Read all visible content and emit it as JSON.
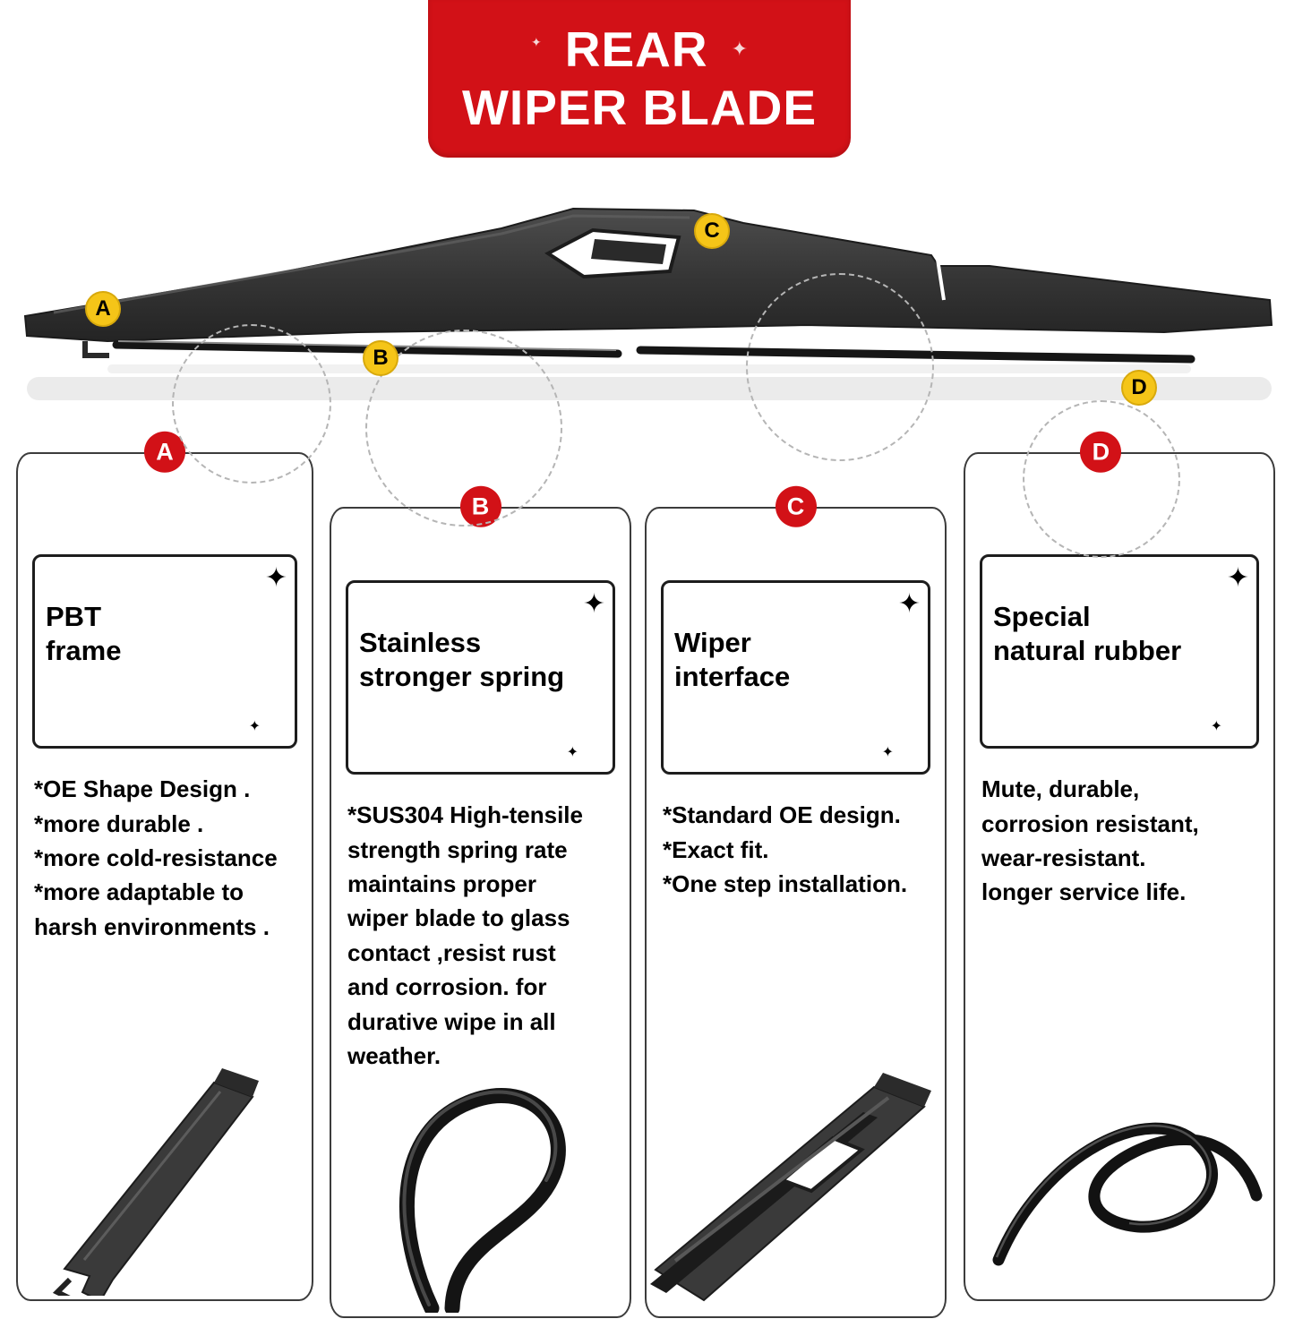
{
  "banner": {
    "line1": "REAR",
    "line2": "WIPER BLADE"
  },
  "icons": {
    "sparkle": "✦"
  },
  "hero": {
    "markers": [
      {
        "letter": "A"
      },
      {
        "letter": "B"
      },
      {
        "letter": "C"
      },
      {
        "letter": "D"
      }
    ]
  },
  "panels": [
    {
      "letter": "A",
      "title": "PBT\nframe",
      "body": "*OE Shape Design .\n*more durable .\n*more cold-resistance\n*more adaptable to\nharsh environments ."
    },
    {
      "letter": "B",
      "title": "Stainless\nstronger spring",
      "body": "*SUS304 High-tensile\nstrength spring rate\nmaintains proper\nwiper blade to glass\ncontact ,resist rust\nand corrosion. for\ndurative wipe in all\nweather."
    },
    {
      "letter": "C",
      "title": "Wiper\ninterface",
      "body": "*Standard OE design.\n*Exact fit.\n*One step installation."
    },
    {
      "letter": "D",
      "title": "Special\nnatural rubber",
      "body": "Mute, durable,\ncorrosion resistant,\nwear-resistant.\nlonger service life."
    }
  ],
  "colors": {
    "banner_bg": "#d21117",
    "marker_bg": "#f5c518",
    "letter_badge_bg": "#d21117",
    "blade_dark": "#3a3a3a"
  }
}
